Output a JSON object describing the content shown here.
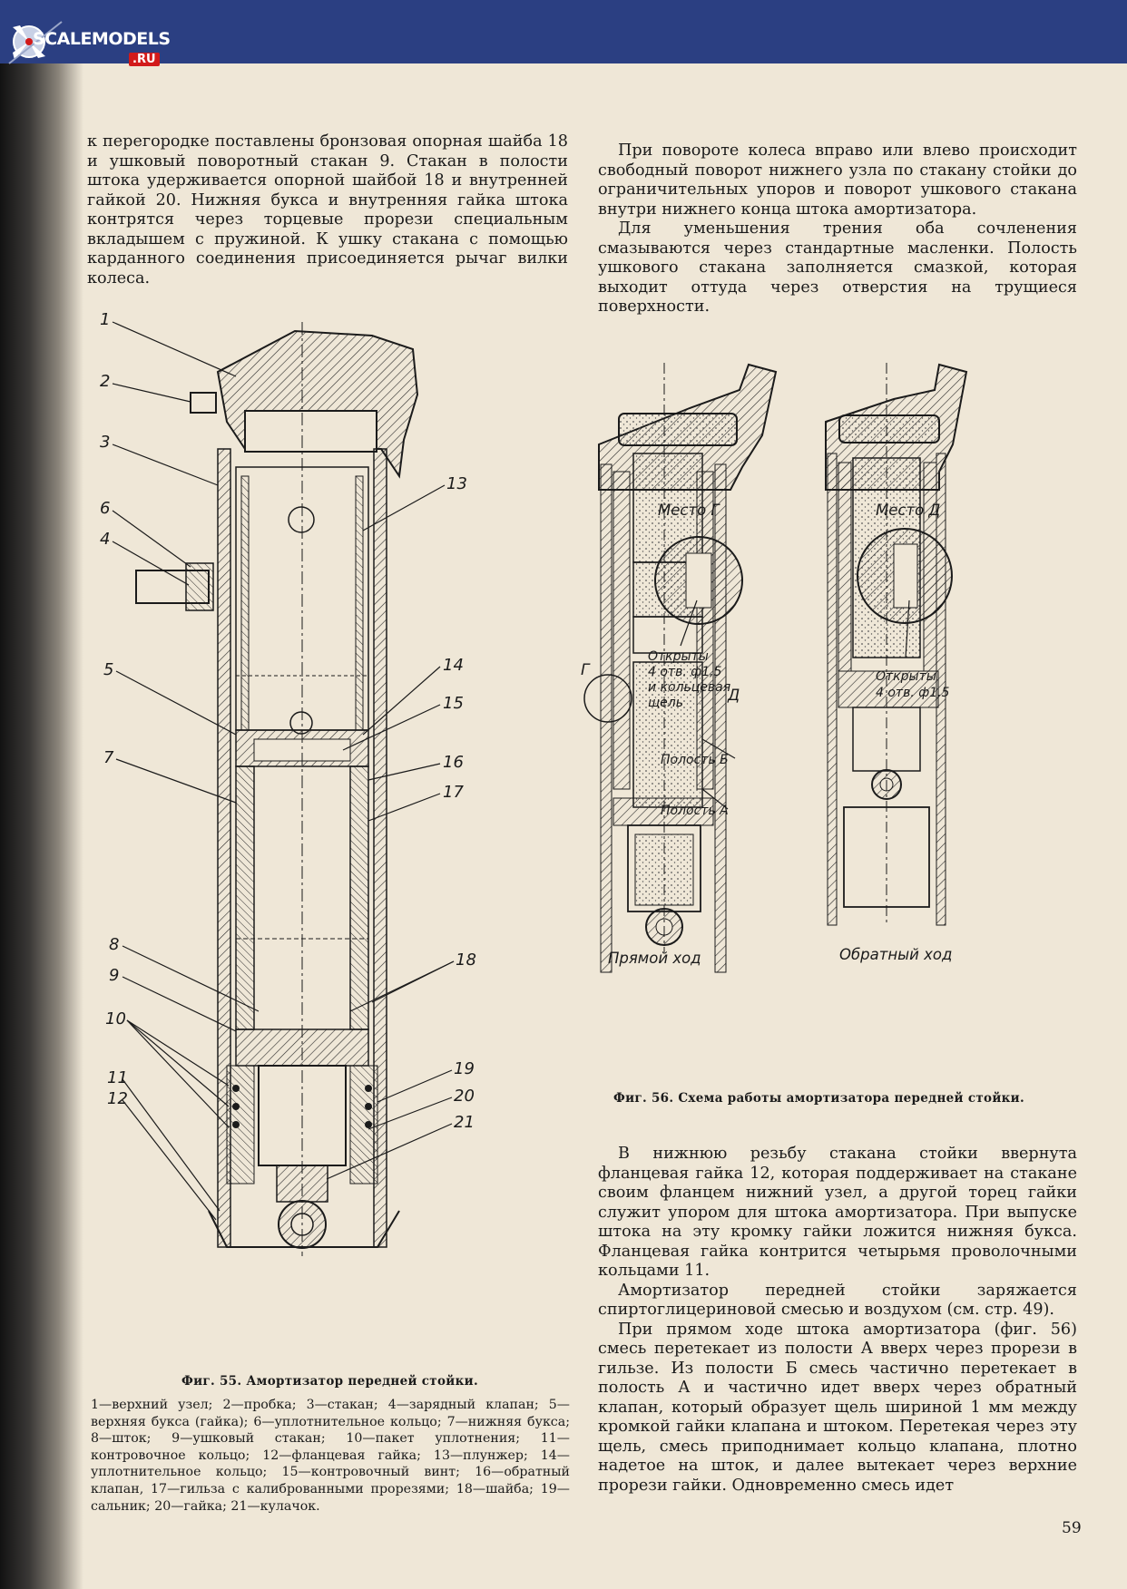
{
  "logo": {
    "text": "SCALEMODELS",
    "suffix": ".RU"
  },
  "left_text": {
    "paragraph": "к перегородке поставлены бронзовая опорная шайба 18 и ушковый поворотный стакан 9. Стакан в полости штока удерживается опорной шайбой 18 и внутренней гайкой 20. Нижняя букса и внутренняя гайка штока контрятся через торцевые прорези специальным вкладышем с пружиной. К ушку стакана с помощью карданного соединения присоединяется рычаг вилки колеса."
  },
  "right_text_top": {
    "p1": "При повороте колеса вправо или влево происходит свободный поворот нижнего узла по стакану стойки до ограничительных упоров и поворот ушкового стакана внутри нижнего конца штока амортизатора.",
    "p2": "Для уменьшения трения оба сочленения смазываются через стандартные масленки. Полость ушкового стакана заполняется смазкой, которая выходит оттуда через отверстия на трущиеся поверхности."
  },
  "fig55": {
    "caption": "Фиг. 55. Амортизатор передней стойки.",
    "callouts": [
      "1",
      "2",
      "3",
      "6",
      "4",
      "5",
      "7",
      "8",
      "9",
      "10",
      "11",
      "12",
      "13",
      "14",
      "15",
      "16",
      "17",
      "18",
      "19",
      "20",
      "21"
    ],
    "legend": "1—верхний узел; 2—пробка; 3—стакан; 4—зарядный клапан; 5—верхняя букса (гайка); 6—уплотнительное кольцо; 7—нижняя букса; 8—шток; 9—ушковый стакан; 10—пакет уплотнения; 11—контровочное кольцо; 12—фланцевая гайка; 13—плунжер; 14—уплотнительное кольцо; 15—контровочный винт; 16—обратный клапан, 17—гильза с калиброванными прорезями; 18—шайба; 19—сальник; 20—гайка; 21—кулачок."
  },
  "fig56": {
    "caption": "Фиг. 56. Схема работы амортизатора передней стойки.",
    "label_mesto_g": "Место Г",
    "label_mesto_d": "Место Д",
    "label_open_1": "Открыты",
    "label_open_1b": "4 отв. ф1,5",
    "label_open_1c": "и кольцевая",
    "label_open_1d": "щель",
    "label_open_2": "Открыты",
    "label_open_2b": "4 отв. ф1,5",
    "label_polost_b": "Полость Б",
    "label_polost_a": "Полость А",
    "label_g": "Г",
    "label_d": "Д",
    "label_forward": "Прямой ход",
    "label_reverse": "Обратный ход"
  },
  "right_text_bottom": {
    "p1": "В нижнюю резьбу стакана стойки ввернута фланцевая гайка 12, которая поддерживает на стакане своим фланцем нижний узел, а другой торец гайки служит упором для штока амортизатора. При выпуске штока на эту кромку гайки ложится нижняя букса. Фланцевая гайка контрится четырьмя проволочными кольцами 11.",
    "p2": "Амортизатор передней стойки заряжается спиртоглицериновой смесью и воздухом (см. стр. 49).",
    "p3": "При прямом ходе штока амортизатора (фиг. 56) смесь перетекает из полости А вверх через прорези в гильзе. Из полости Б смесь частично перетекает в полость А и частично идет вверх через обратный клапан, который образует щель шириной 1 мм между кромкой гайки клапана и штоком. Перетекая через эту щель, смесь приподнимает кольцо клапана, плотно надетое на шток, и далее вытекает через верхние прорези гайки. Одновременно смесь идет"
  },
  "page_number": "59"
}
